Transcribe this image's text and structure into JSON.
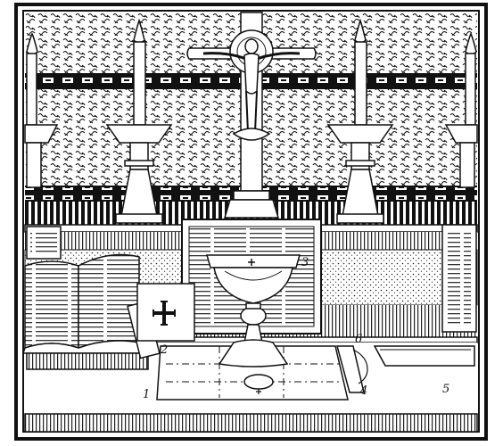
{
  "illustration": {
    "colors": {
      "ink": "#111111",
      "paper": "#ffffff"
    },
    "icons": [
      "crucifix-icon",
      "candle-icon",
      "chalice-icon",
      "missal-icon",
      "cross-icon"
    ],
    "callouts": [
      {
        "id": "callout-1",
        "label": "1"
      },
      {
        "id": "callout-2",
        "label": "2"
      },
      {
        "id": "callout-3",
        "label": "3"
      },
      {
        "id": "callout-4",
        "label": "4"
      },
      {
        "id": "callout-5",
        "label": "5"
      },
      {
        "id": "callout-6",
        "label": "6"
      }
    ]
  }
}
